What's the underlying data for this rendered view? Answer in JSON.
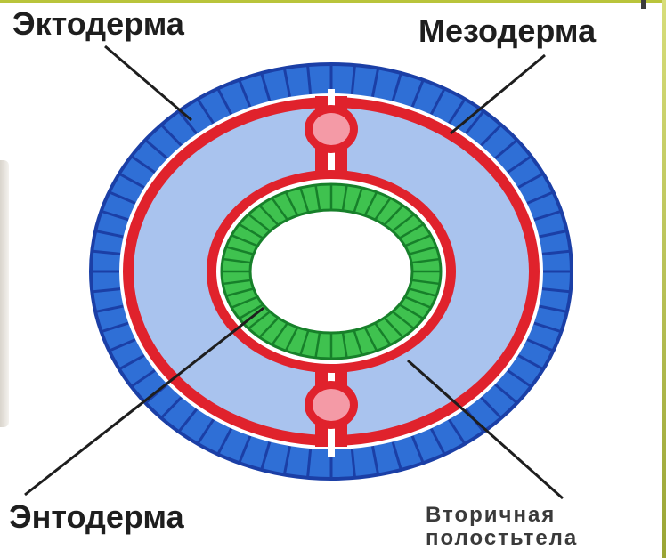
{
  "labels": {
    "ectoderm": "Эктодерма",
    "mesoderm": "Мезодерма",
    "endoderm": "Энтодерма",
    "cavity_line1": "Вторичная",
    "cavity_line2": "полостьтела"
  },
  "colors": {
    "ectoderm": "#2f6fd6",
    "ectoderm_border": "#1b3fa6",
    "mesoderm": "#e0222c",
    "cavity": "#a9c3ee",
    "endoderm": "#3fc24f",
    "endoderm_border": "#17802a",
    "mesentery_node": "#f49aa6",
    "gut_lumen": "#ffffff"
  }
}
